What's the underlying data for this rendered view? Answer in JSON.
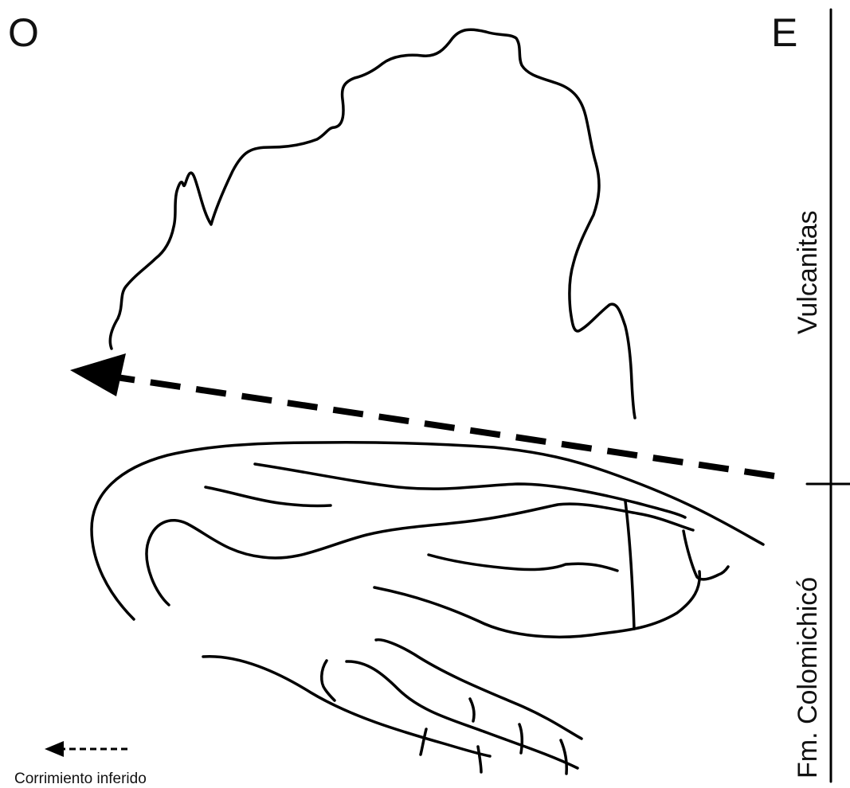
{
  "orientation": {
    "west": "O",
    "east": "E"
  },
  "units": {
    "upper": "Vulcanitas",
    "lower": "Fm. Colomichicó"
  },
  "legend": {
    "label": "Corrimiento inferido"
  },
  "colors": {
    "line": "#000000",
    "background": "#ffffff"
  }
}
